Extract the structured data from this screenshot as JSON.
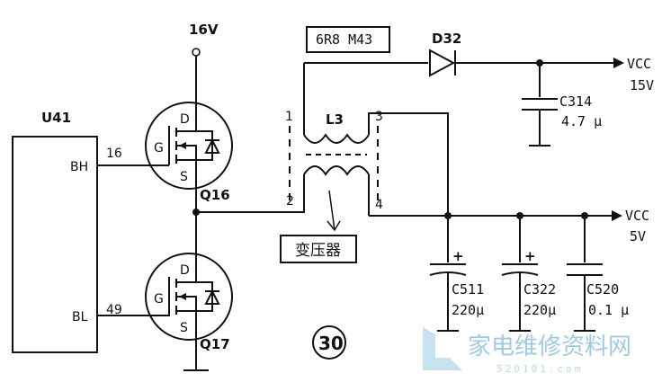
{
  "supply_label": "16V",
  "ic": {
    "name": "U41",
    "pin_bh": "BH",
    "pin_bh_num": "16",
    "pin_bl": "BL",
    "pin_bl_num": "49"
  },
  "q16": {
    "name": "Q16",
    "gate": "G",
    "drain": "D",
    "source": "S"
  },
  "q17": {
    "name": "Q17",
    "gate": "G",
    "drain": "D",
    "source": "S"
  },
  "transformer": {
    "name": "L3",
    "part": "6R8 M43",
    "pin1": "1",
    "pin2": "2",
    "pin3": "3",
    "pin4": "4",
    "caption": "变压器"
  },
  "d32": {
    "name": "D32"
  },
  "vcc15": {
    "label": "VCC",
    "voltage": "15V"
  },
  "vcc5": {
    "label": "VCC",
    "voltage": "5V"
  },
  "c314": {
    "name": "C314",
    "value": "4.7 μ"
  },
  "c511": {
    "name": "C511",
    "value": "220μ",
    "polarity": "+"
  },
  "c322": {
    "name": "C322",
    "value": "220μ",
    "polarity": "+"
  },
  "c520": {
    "name": "C520",
    "value": "0.1 μ"
  },
  "figure_number": "30",
  "watermark": {
    "text": "家电维修资料网",
    "url": "520101.com"
  },
  "colors": {
    "ink": "#111111",
    "watermark": "#9fcbe0"
  }
}
